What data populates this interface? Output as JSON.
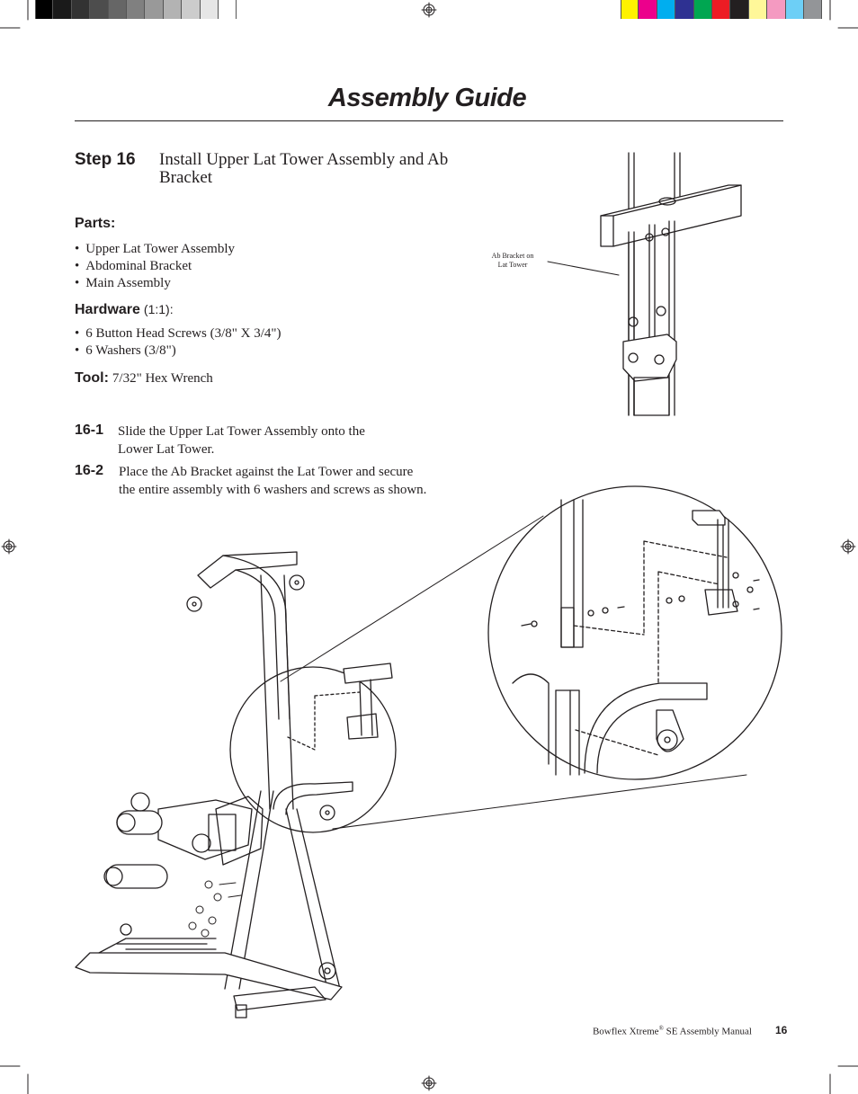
{
  "header": {
    "title": "Assembly Guide"
  },
  "step": {
    "number": "Step 16",
    "title": "Install Upper Lat Tower Assembly and Ab Bracket"
  },
  "parts": {
    "heading": "Parts:",
    "items": [
      "Upper Lat Tower Assembly",
      "Abdominal Bracket",
      "Main Assembly"
    ]
  },
  "hardware": {
    "heading": "Hardware",
    "ratio": "(1:1):",
    "items": [
      "6 Button Head Screws (3/8\" X 3/4\")",
      "6 Washers (3/8\")"
    ]
  },
  "tool": {
    "heading": "Tool:",
    "value": "7/32\" Hex Wrench"
  },
  "substeps": [
    {
      "num": "16-1",
      "line1": "Slide the Upper Lat Tower Assembly onto the",
      "line2": "Lower Lat Tower."
    },
    {
      "num": "16-2",
      "line1": "Place the Ab Bracket against the Lat Tower and secure",
      "line2": "the entire assembly with 6 washers and screws as shown."
    }
  ],
  "callout": {
    "line1": "Ab Bracket on",
    "line2": "Lat Tower"
  },
  "footer": {
    "brand": "Bowflex Xtreme",
    "reg": "®",
    "rest": " SE Assembly Manual",
    "page": "16"
  },
  "colors": {
    "gray_bar": [
      "#000000",
      "#1a1a1a",
      "#333333",
      "#4d4d4d",
      "#666666",
      "#808080",
      "#999999",
      "#b3b3b3",
      "#cccccc",
      "#e6e6e6",
      "#ffffff"
    ],
    "color_bar": [
      "#fff200",
      "#ec008c",
      "#00aeef",
      "#2e3192",
      "#00a651",
      "#ed1c24",
      "#231f20",
      "#fff799",
      "#f49ac1",
      "#6dcff6",
      "#939598"
    ]
  }
}
